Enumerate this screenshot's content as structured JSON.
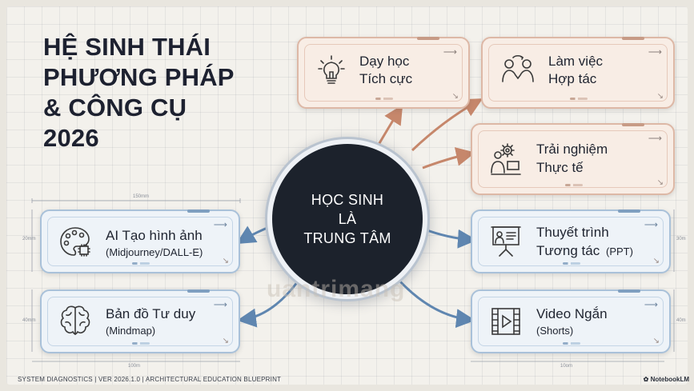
{
  "title": "HỆ SINH THÁI\nPHƯƠNG PHÁP\n& CÔNG CỤ\n2026",
  "center": "HỌC SINH\nLÀ\nTRUNG TÂM",
  "cards": {
    "active": {
      "line1": "Dạy học",
      "line2": "Tích cực",
      "icon": "lightbulb-icon"
    },
    "collab": {
      "line1": "Làm việc",
      "line2": "Hợp tác",
      "icon": "collaboration-icon"
    },
    "experience": {
      "line1": "Trải nghiệm",
      "line2": "Thực tế",
      "icon": "gear-person-icon"
    },
    "ai": {
      "line1": "AI Tạo hình ảnh",
      "line2": "(Midjourney/DALL-E)",
      "icon": "palette-chip-icon"
    },
    "mindmap": {
      "line1": "Bản đồ Tư duy",
      "line2": "(Mindmap)",
      "icon": "brain-icon"
    },
    "ppt": {
      "line1": "Thuyết trình",
      "line2a": "Tương tác",
      "line2b": "(PPT)",
      "icon": "presentation-icon"
    },
    "video": {
      "line1": "Video Ngắn",
      "line2": "(Shorts)",
      "icon": "film-icon"
    }
  },
  "dimensions": {
    "top_width": "150mm",
    "bottom_left": "100m",
    "bottom_right": "10om",
    "left_side": "20mm",
    "left_side2": "40mm",
    "right_side": "30m",
    "right_side2": "40m"
  },
  "watermark": "uantrimang",
  "footer": "SYSTEM DIAGNOSTICS | VER 2026.1.0 | ARCHITECTURAL EDUCATION BLUEPRINT",
  "brand": "NotebookLM",
  "colors": {
    "warm_accent": "#c6876b",
    "cool_accent": "#5f86b0",
    "center_fill": "#1c222c"
  }
}
